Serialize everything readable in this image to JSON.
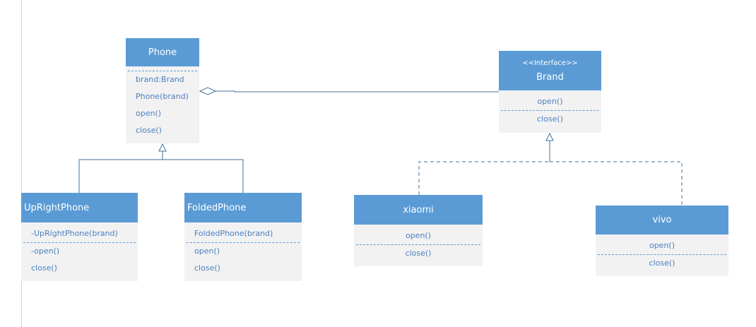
{
  "colors": {
    "header": "#5b9bd5",
    "body": "#f2f2f2",
    "text": "#4a7fc0",
    "line": "#41719c"
  },
  "classes": {
    "phone": {
      "name": "Phone",
      "attributes": [
        "brand:Brand"
      ],
      "methods": [
        "Phone(brand)",
        "open()",
        "close()"
      ]
    },
    "brand": {
      "stereotype": "<<Interface>>",
      "name": "Brand",
      "methods": [
        "open()"
      ],
      "methods2": [
        "close()"
      ]
    },
    "upright": {
      "name": "UpRightPhone",
      "constructor": "-UpRightPhone(brand)",
      "methods": [
        "-open()",
        "close()"
      ]
    },
    "folded": {
      "name": "FoldedPhone",
      "constructor": "FoldedPhone(brand)",
      "methods": [
        "open()",
        "close()"
      ]
    },
    "xiaomi": {
      "name": "xiaomi",
      "method1": "open()",
      "method2": "close()"
    },
    "vivo": {
      "name": "vivo",
      "method1": "open()",
      "method2": "close()"
    }
  }
}
